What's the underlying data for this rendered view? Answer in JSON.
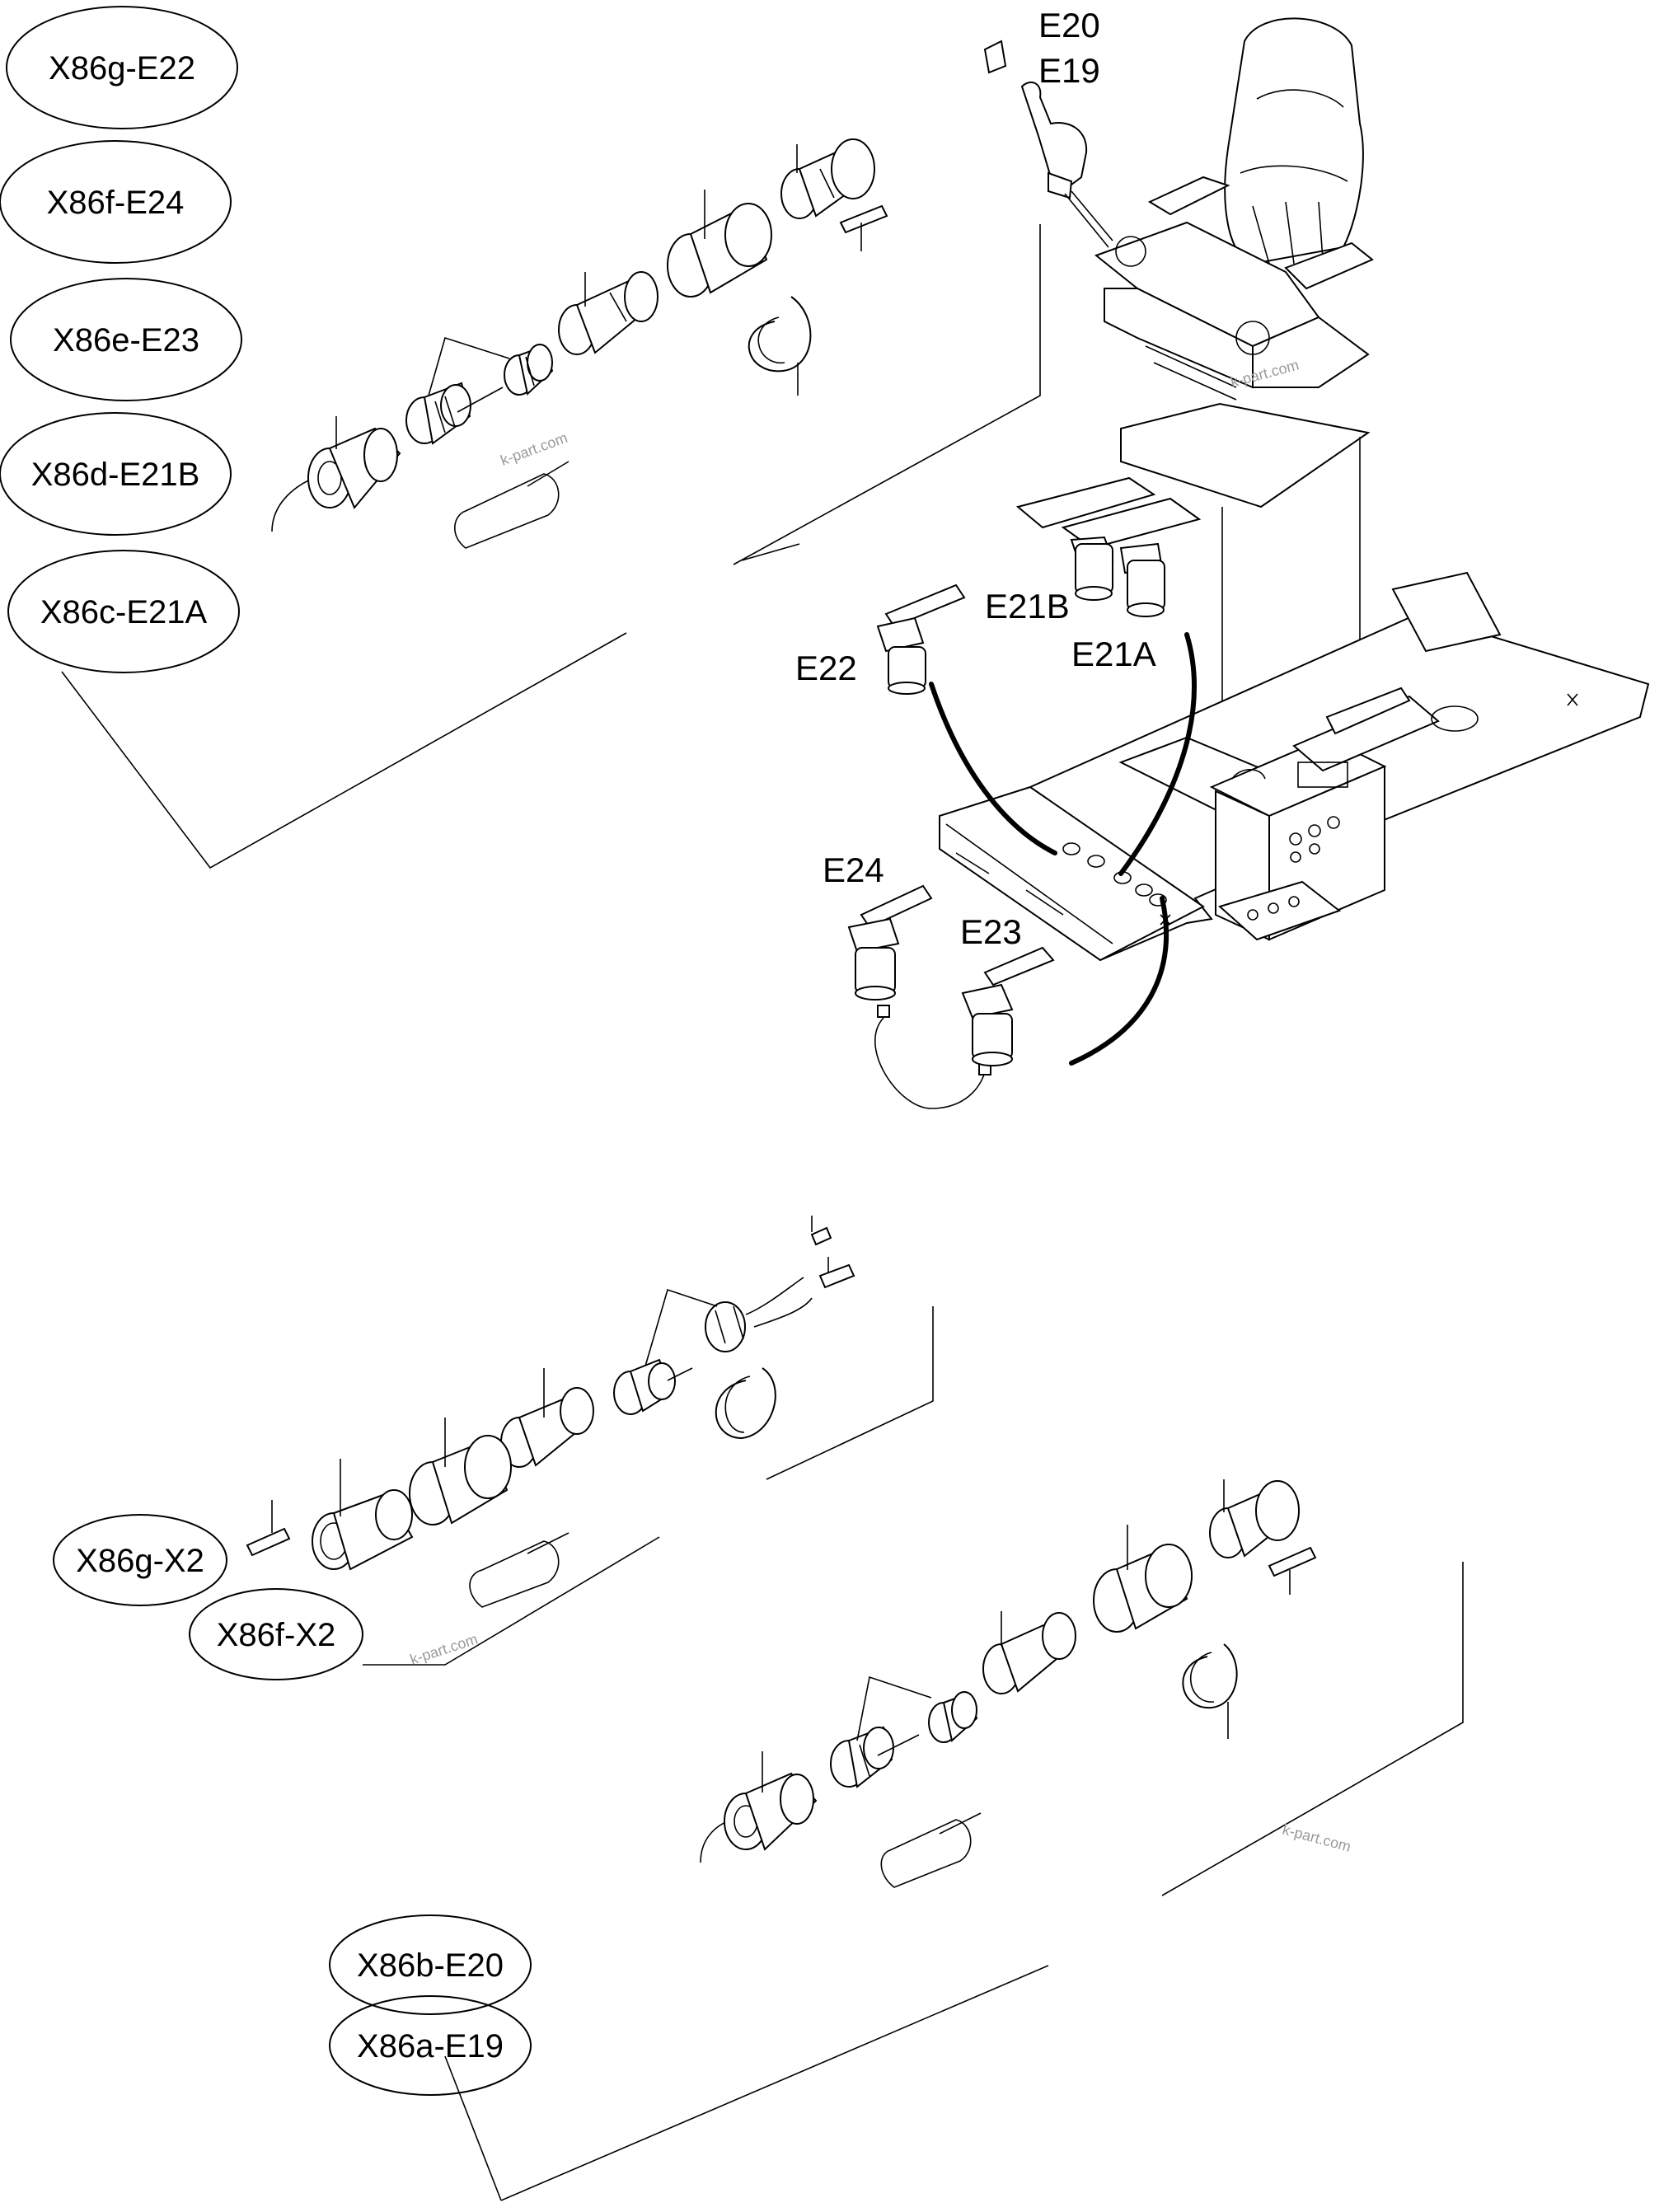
{
  "connector_labels": {
    "x86g_e22": "X86g-E22",
    "x86f_e24": "X86f-E24",
    "x86e_e23": "X86e-E23",
    "x86d_e21b": "X86d-E21B",
    "x86c_e21a": "X86c-E21A",
    "x86g_x2": "X86g-X2",
    "x86f_x2": "X86f-X2",
    "x86b_e20": "X86b-E20",
    "x86a_e19": "X86a-E19"
  },
  "component_labels": {
    "e20": "E20",
    "e19": "E19",
    "e21b": "E21B",
    "e21a": "E21A",
    "e22": "E22",
    "e24": "E24",
    "e23": "E23"
  },
  "watermark": "k-part.com"
}
